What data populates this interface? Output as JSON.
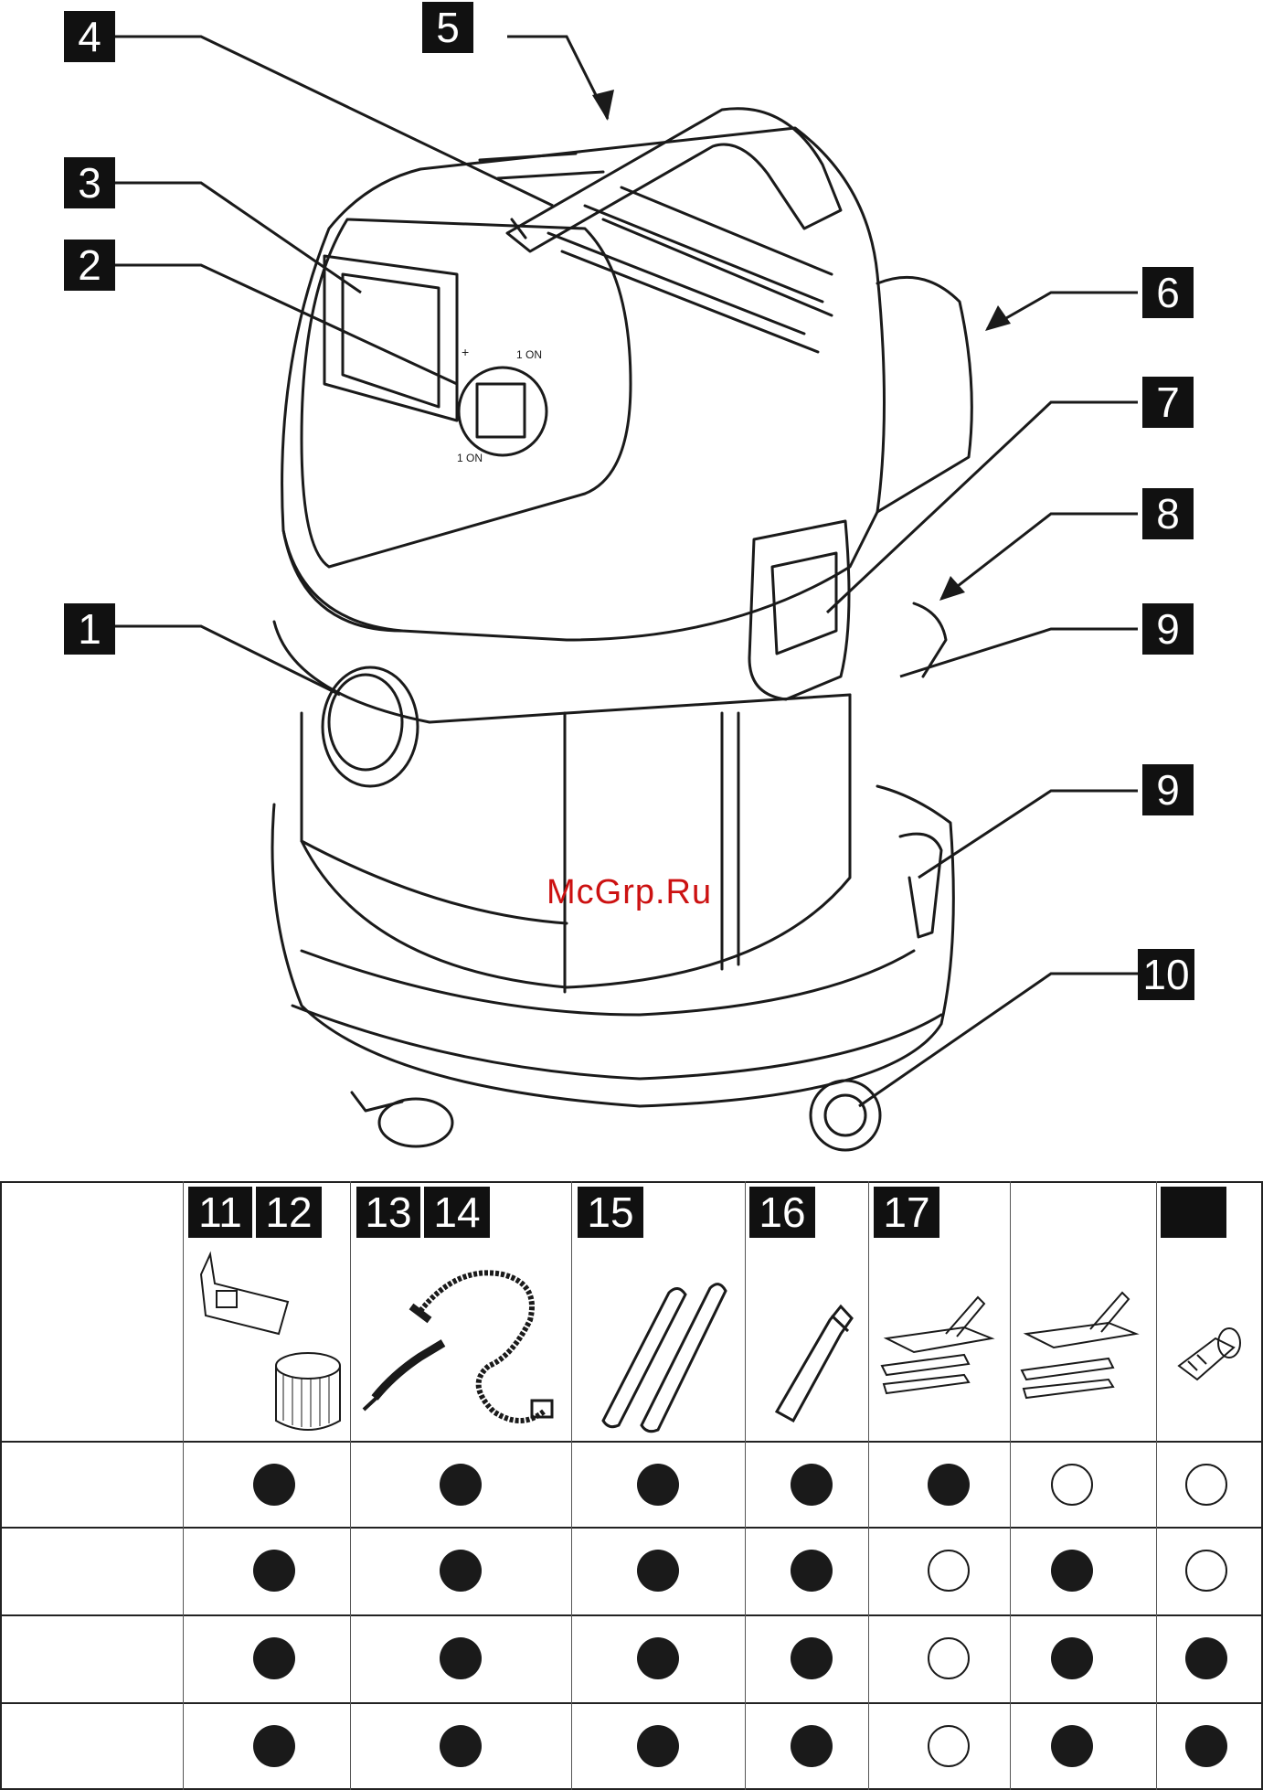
{
  "callouts": [
    {
      "id": "c4",
      "label": "4"
    },
    {
      "id": "c5",
      "label": "5"
    },
    {
      "id": "c3",
      "label": "3"
    },
    {
      "id": "c2",
      "label": "2"
    },
    {
      "id": "c6",
      "label": "6"
    },
    {
      "id": "c7",
      "label": "7"
    },
    {
      "id": "c8",
      "label": "8"
    },
    {
      "id": "c1",
      "label": "1"
    },
    {
      "id": "c9a",
      "label": "9"
    },
    {
      "id": "c9b",
      "label": "9"
    },
    {
      "id": "c10",
      "label": "10"
    }
  ],
  "switch_labels": {
    "top": "1 ON",
    "bottom": "1 ON",
    "plus": "+"
  },
  "watermark": "McGrp.Ru",
  "table": {
    "column_tags": [
      "11",
      "12",
      "13",
      "14",
      "15",
      "16",
      "17",
      ""
    ],
    "accessories": [
      {
        "name": "filter-bag-and-cartridge-filter"
      },
      {
        "name": "suction-hose-with-handle"
      },
      {
        "name": "extension-tubes"
      },
      {
        "name": "crevice-nozzle"
      },
      {
        "name": "floor-nozzle"
      },
      {
        "name": "floor-nozzle-alt"
      },
      {
        "name": "adapter"
      }
    ],
    "rows": [
      {
        "fill": [
          1,
          1,
          1,
          1,
          1,
          0,
          0
        ]
      },
      {
        "fill": [
          1,
          1,
          1,
          1,
          0,
          1,
          0
        ]
      },
      {
        "fill": [
          1,
          1,
          1,
          1,
          0,
          1,
          1
        ]
      },
      {
        "fill": [
          1,
          1,
          1,
          1,
          0,
          1,
          1
        ]
      }
    ]
  },
  "colors": {
    "ink": "#1a1a1a",
    "watermark": "#cc1111",
    "tag_bg": "#111111",
    "tag_fg": "#ffffff"
  }
}
